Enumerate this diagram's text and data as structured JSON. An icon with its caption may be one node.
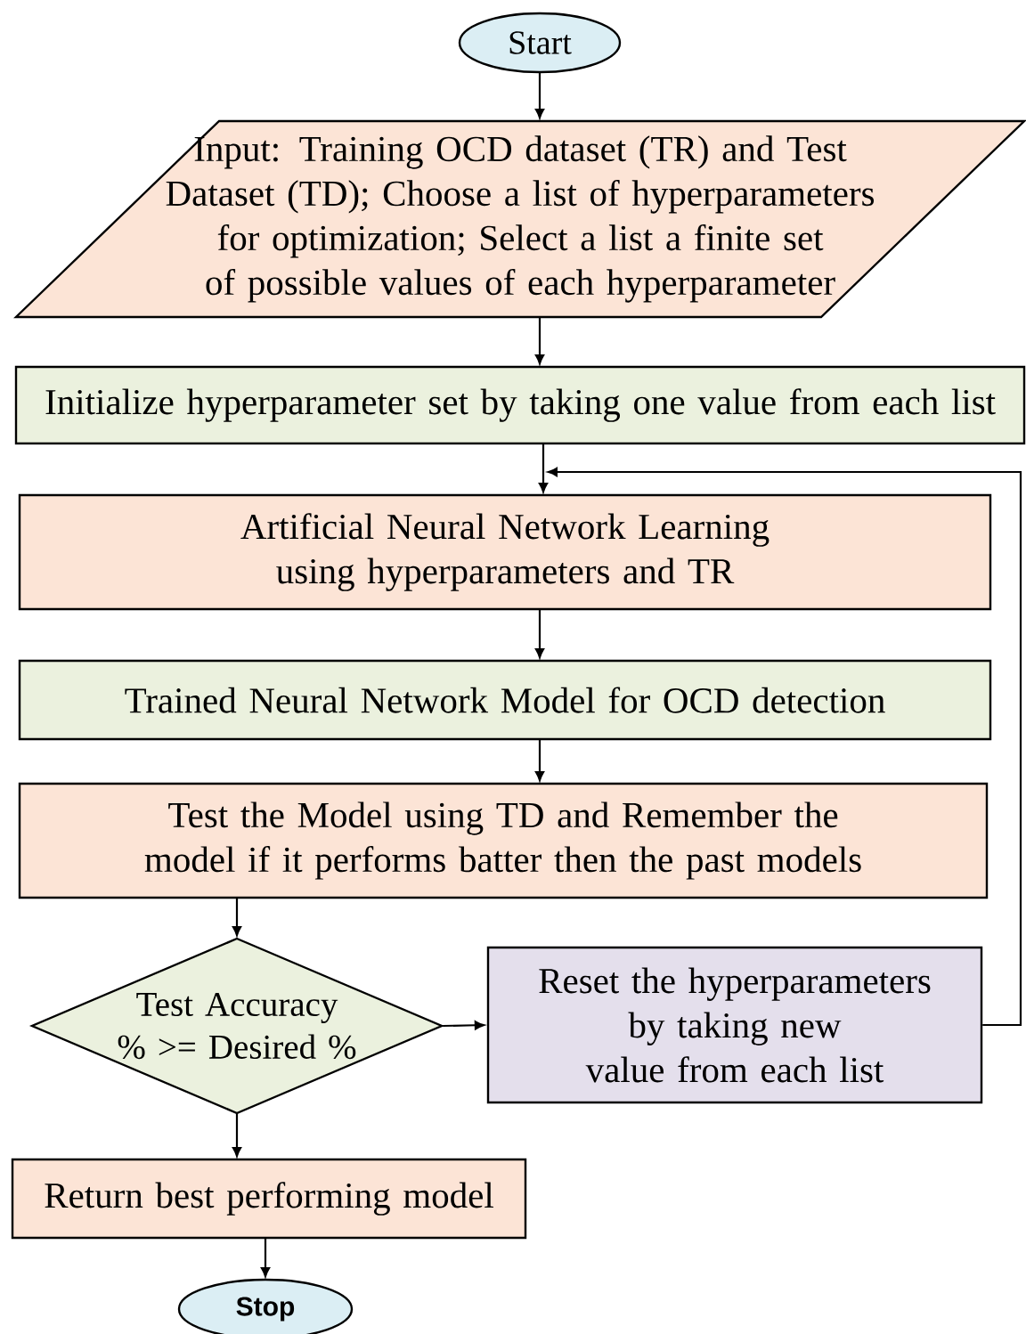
{
  "diagram": {
    "nodes": [
      {
        "text": [
          "Start"
        ]
      },
      {
        "text": [
          "Input: Training OCD dataset (TR) and Test Dataset (TD); Choose a list of hyperparameters for optimization; Select a list a finite set of possible values of each hyperparameter"
        ]
      },
      {
        "text": [
          "Initialize hyperparameter set by taking one value from each list"
        ]
      },
      {
        "text": [
          "Artificial Neural Network Learning using hyperparameters and TR"
        ]
      },
      {
        "text": [
          "Trained Neural Network Model for OCD detection"
        ]
      },
      {
        "text": [
          "Test the Model using TD and Remember the model if it performs batter then the past models"
        ]
      },
      {
        "text": [
          "Test Accuracy % >= Desired %"
        ]
      },
      {
        "text": [
          "Reset the hyperparameters by taking new value from each list"
        ]
      },
      {
        "text": [
          "Return best performing model"
        ]
      },
      {
        "text": [
          "Stop"
        ]
      }
    ],
    "edges": [
      {
        "from": 0,
        "to": 1,
        "arrow": "to"
      },
      {
        "from": 1,
        "to": 2,
        "arrow": "to"
      },
      {
        "from": 2,
        "to": 3,
        "arrow": "to"
      },
      {
        "from": 3,
        "to": 4,
        "arrow": "to"
      },
      {
        "from": 4,
        "to": 5,
        "arrow": "to"
      },
      {
        "from": 5,
        "to": 6,
        "arrow": "to"
      },
      {
        "from": 6,
        "to": 7,
        "arrow": "to"
      },
      {
        "from": 6,
        "to": 8,
        "arrow": "to"
      },
      {
        "from": 8,
        "to": 9,
        "arrow": "to"
      },
      {
        "from": 7,
        "to": 3,
        "arrow": "to"
      }
    ]
  }
}
